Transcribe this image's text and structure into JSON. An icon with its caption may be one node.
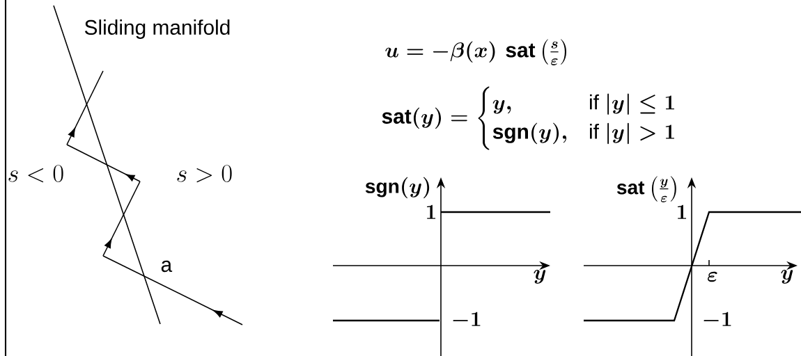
{
  "diagram": {
    "labels": [
      "Sliding manifold",
      "u = -\\beta(x)\\,\\,\\mathrm{sat}\\left(\\frac{s}{\\varepsilon}\\right)",
      "\\mathrm{sat}(y) = \\begin{cases} y, & \\text{if } |y| \\le 1 \\\\ \\mathrm{sgn}(y), & \\text{if } |y| > 1 \\end{cases}",
      "s < 0",
      "s > 0",
      "\\mathrm{sgn}(y)",
      "\\mathrm{sat}\\left(\\frac{y}{\\varepsilon}\\right)",
      "1",
      "1",
      "a",
      "y",
      "\\varepsilon",
      "y",
      "-1",
      "-1"
    ]
  }
}
